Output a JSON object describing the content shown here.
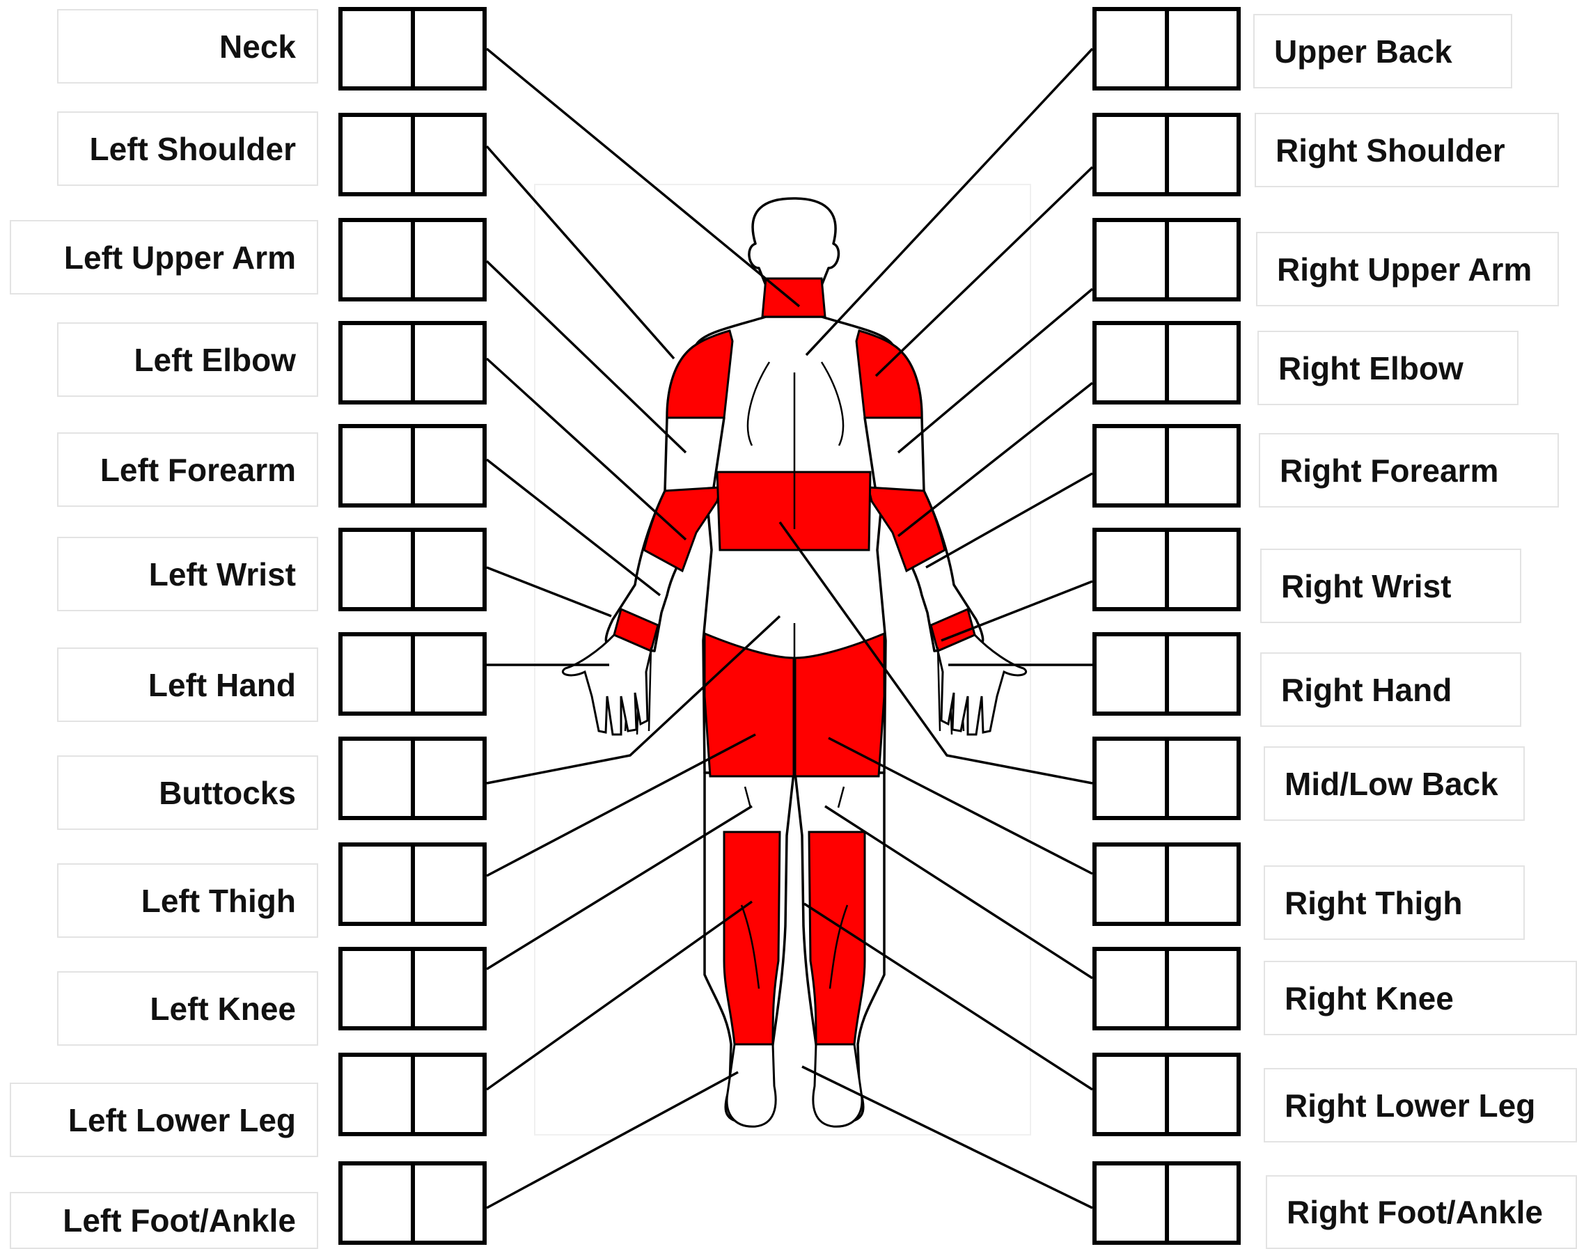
{
  "colors": {
    "highlight": "#ff0000",
    "outline": "#000000",
    "label_border": "#e3e3e3"
  },
  "left_labels": [
    "Neck",
    "Left Shoulder",
    "Left Upper Arm",
    "Left Elbow",
    "Left Forearm",
    "Left Wrist",
    "Left Hand",
    "Buttocks",
    "Left Thigh",
    "Left Knee",
    "Left Lower Leg",
    "Left Foot/Ankle"
  ],
  "right_labels": [
    "Upper Back",
    "Right Shoulder",
    "Right Upper Arm",
    "Right Elbow",
    "Right Forearm",
    "Right Wrist",
    "Right Hand",
    "Mid/Low Back",
    "Right Thigh",
    "Right Knee",
    "Right Lower Leg",
    "Right Foot/Ankle"
  ]
}
